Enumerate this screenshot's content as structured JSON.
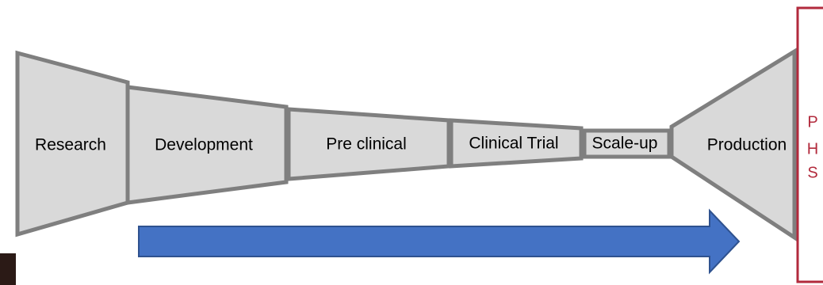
{
  "diagram": {
    "stages": [
      {
        "id": "research",
        "label": "Research"
      },
      {
        "id": "development",
        "label": "Development"
      },
      {
        "id": "preclinical",
        "label": "Pre clinical"
      },
      {
        "id": "clinical-trial",
        "label": "Clinical Trial"
      },
      {
        "id": "scale-up",
        "label": "Scale-up"
      },
      {
        "id": "production",
        "label": "Production"
      }
    ],
    "side_label": [
      "P",
      "H",
      "S"
    ],
    "colors": {
      "stage_fill": "#d9d9d9",
      "stage_stroke": "#7f7f7f",
      "arrow_fill": "#4472c4",
      "arrow_stroke": "#2f528f",
      "accent": "#b22a3c"
    }
  }
}
